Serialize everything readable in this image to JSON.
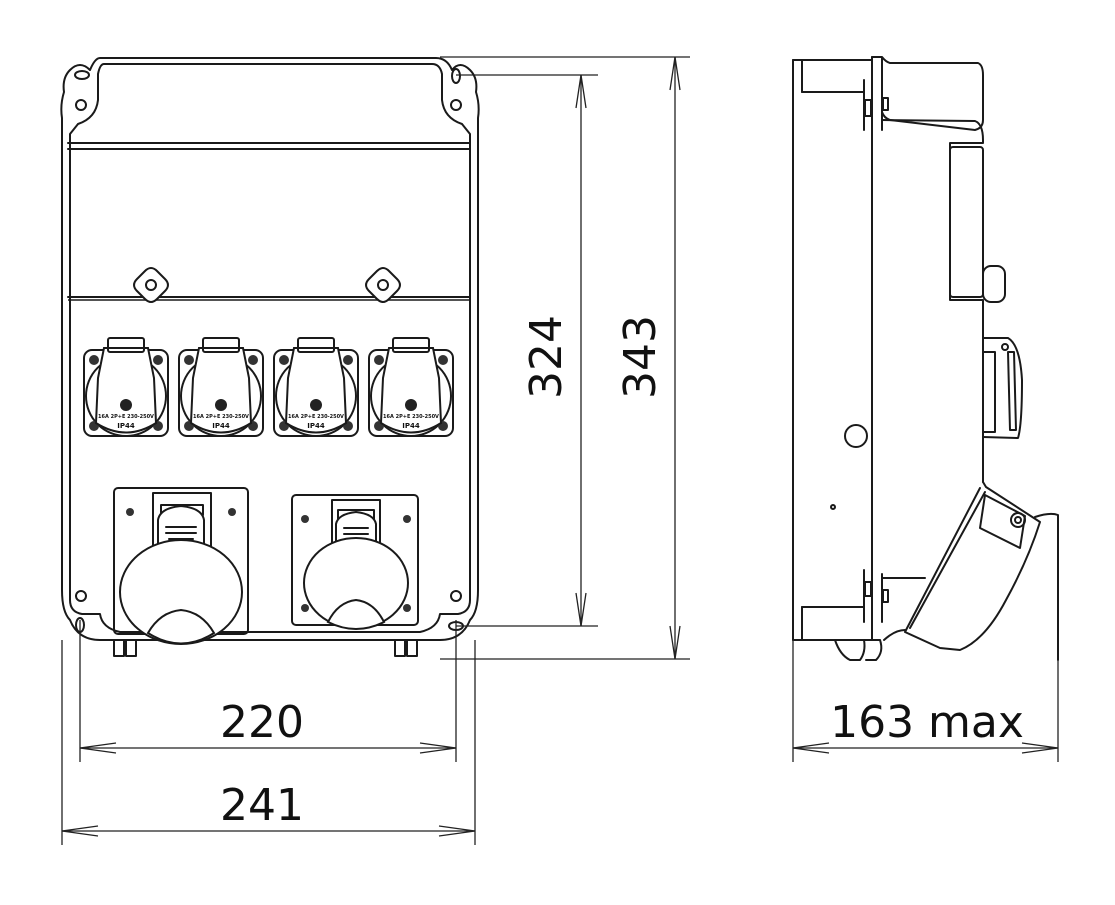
{
  "figure": {
    "type": "technical-dimension-drawing",
    "subject": "wall-mounted power distribution box with sockets",
    "line_color": "#1a1a1a",
    "background": "#ffffff"
  },
  "front_view": {
    "small_sockets": [
      {
        "rating": "16A 2P+E 230-250V",
        "protection": "IP44"
      },
      {
        "rating": "16A 2P+E 230-250V",
        "protection": "IP44"
      },
      {
        "rating": "16A 2P+E 230-250V",
        "protection": "IP44"
      },
      {
        "rating": "16A 2P+E 230-250V",
        "protection": "IP44"
      }
    ],
    "large_sockets_count": 2,
    "cover_knobs_count": 2
  },
  "dimensions": {
    "width_inner": "220",
    "width_outer": "241",
    "height_inner": "324",
    "height_outer": "343",
    "depth": "163 max"
  }
}
